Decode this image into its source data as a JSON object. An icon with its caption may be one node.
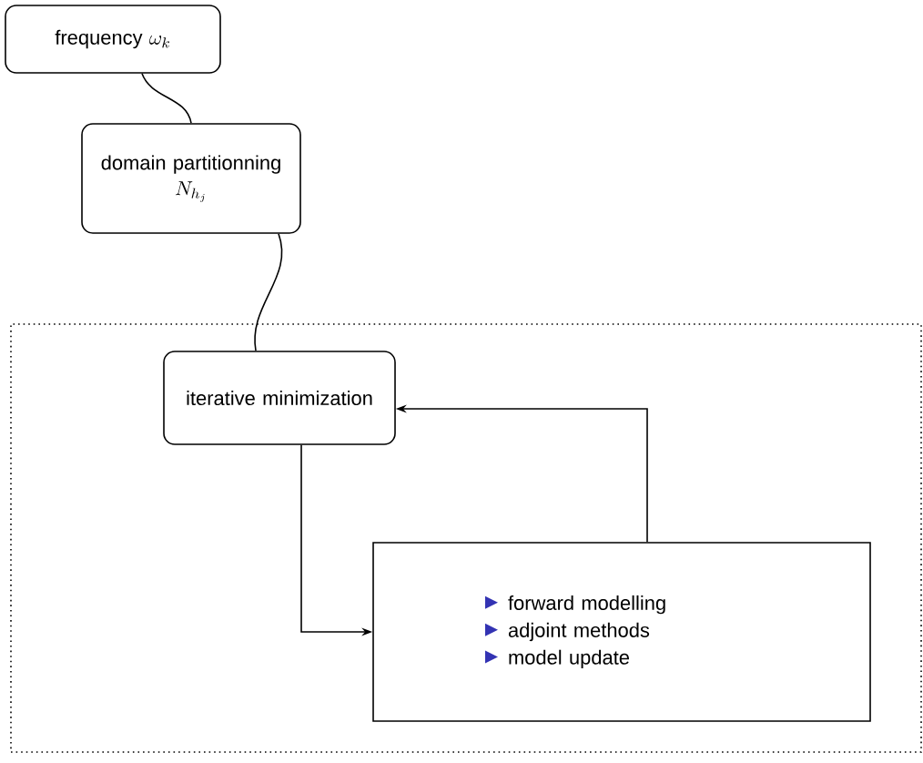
{
  "diagram": {
    "nodes": [
      {
        "text": [
          "frequency",
          "\\omega_k"
        ]
      },
      {
        "text": [
          "domain partitionning",
          "N_{h_j}"
        ]
      },
      {
        "text": [],
        "shape": "box"
      },
      {
        "text": [
          "iterative minimization"
        ],
        "in": 2
      },
      {
        "text": [
          "forward modelling",
          "adjoint methods",
          "model update"
        ],
        "in": 2
      }
    ],
    "edges": [
      {
        "from": 0,
        "to": 1,
        "arrow": "none"
      },
      {
        "from": 1,
        "to": 3,
        "arrow": "none"
      },
      {
        "from": 4,
        "to": 3,
        "arrow": "to"
      },
      {
        "from": 3,
        "to": 4,
        "arrow": "to"
      }
    ]
  }
}
